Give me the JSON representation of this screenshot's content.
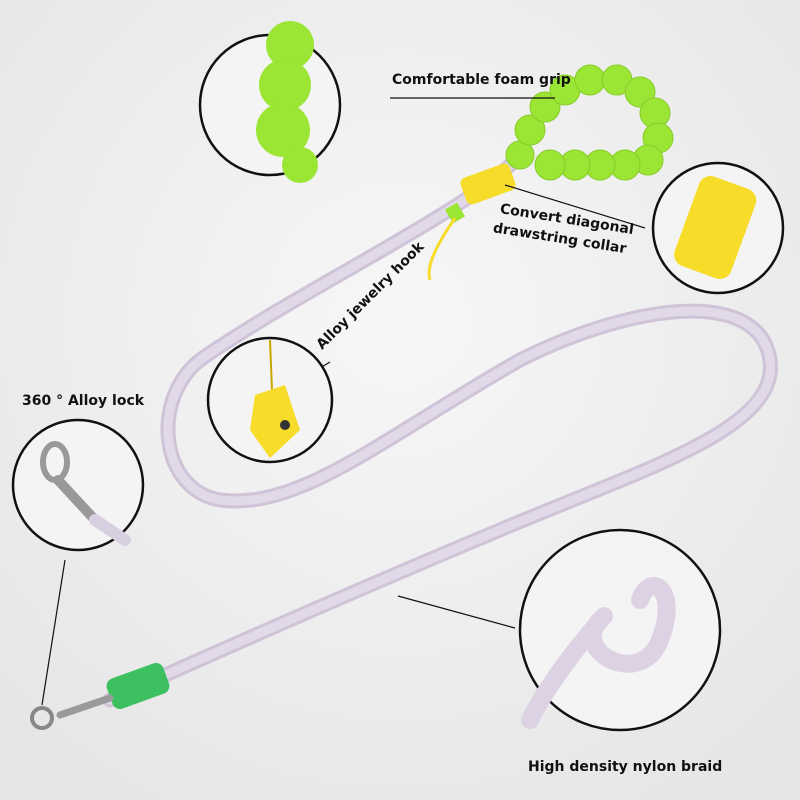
{
  "labels": {
    "foam_grip": "Comfortable foam grip",
    "collar_line1": "Convert diagonal",
    "collar_line2": "drawstring collar",
    "jewelry_hook": "Alloy jewelry hook",
    "alloy_lock": "360 ° Alloy lock",
    "nylon_braid": "High density nylon braid"
  },
  "colors": {
    "background": "#efefef",
    "rope": "#dcd2e3",
    "foam": "#9be534",
    "collar": "#f7dc2a",
    "clip": "#3cc060"
  }
}
